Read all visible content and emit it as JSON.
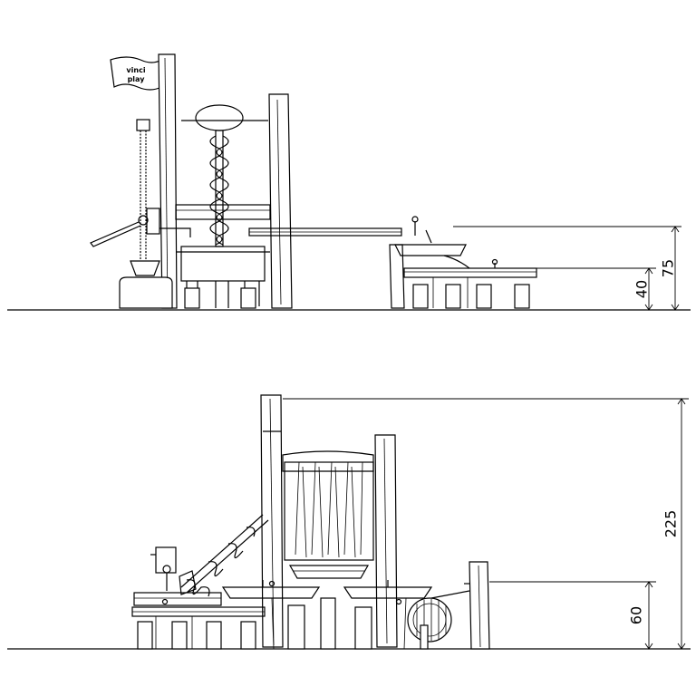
{
  "logo": {
    "line1": "vinci",
    "line2": "play"
  },
  "elevation_1": {
    "dimensions": [
      {
        "label": "75",
        "value": 75,
        "unit_shown": false
      },
      {
        "label": "40",
        "value": 40,
        "unit_shown": false
      }
    ]
  },
  "elevation_2": {
    "dimensions": [
      {
        "label": "225",
        "value": 225,
        "unit_shown": false
      },
      {
        "label": "60",
        "value": 60,
        "unit_shown": false
      }
    ]
  },
  "colors": {
    "line": "#000000",
    "background": "#ffffff"
  }
}
